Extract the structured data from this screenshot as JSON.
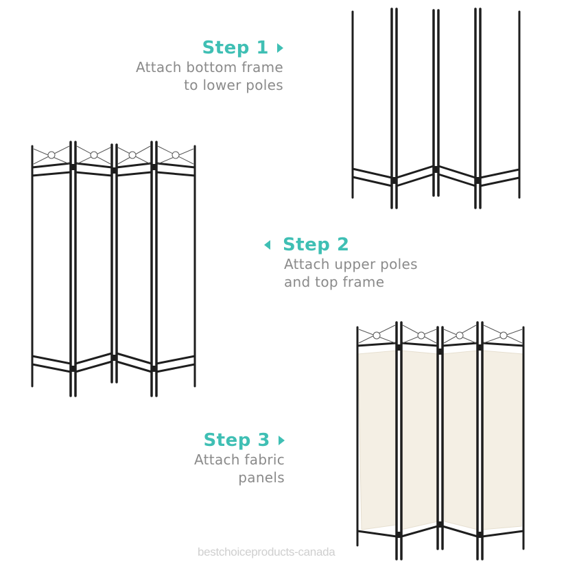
{
  "colors": {
    "accent": "#3fbfb4",
    "description_text": "#8a8a8a",
    "frame": "#1e1e1e",
    "fabric": "#f4efe4",
    "watermark": "#cfcfcf",
    "background": "#ffffff"
  },
  "steps": [
    {
      "number": 1,
      "title": "Step 1",
      "arrow": "arrow-right-icon",
      "description_lines": [
        "Attach bottom frame",
        "to lower poles"
      ],
      "illustration": "room-divider-bottom-frame-with-poles"
    },
    {
      "number": 2,
      "title": "Step 2",
      "arrow": "arrow-left-icon",
      "description_lines": [
        "Attach upper poles",
        "and top frame"
      ],
      "illustration": "room-divider-complete-frame"
    },
    {
      "number": 3,
      "title": "Step 3",
      "arrow": "arrow-right-icon",
      "description_lines": [
        "Attach fabric",
        "panels"
      ],
      "illustration": "room-divider-with-fabric-panels"
    }
  ],
  "watermark": "bestchoiceproducts-canada"
}
